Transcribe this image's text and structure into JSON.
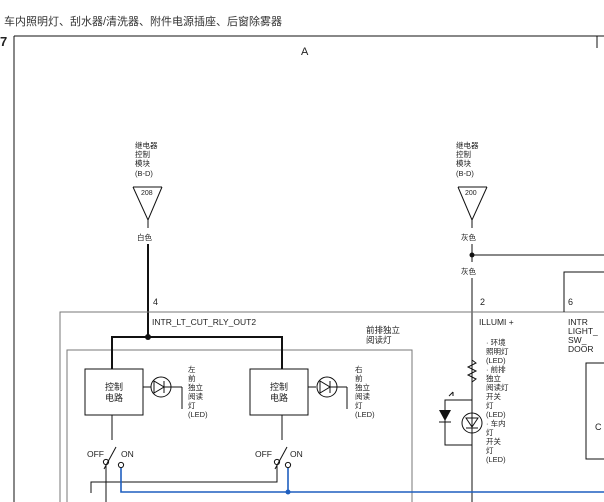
{
  "page": {
    "title": "车内照明灯、刮水器/清洗器、附件电源插座、后窗除雾器",
    "section_letter": "A",
    "page_mark": "7"
  },
  "connectors": {
    "left": {
      "source_lines": [
        "继电器",
        "控制",
        "模块",
        "(B-D)"
      ],
      "pin": "208",
      "wire_color": "白色"
    },
    "right": {
      "source_lines": [
        "继电器",
        "控制",
        "模块",
        "(B-D)"
      ],
      "pin": "200",
      "wire_color_top": "灰色",
      "wire_color_bottom": "灰色"
    }
  },
  "pins": {
    "pin4": {
      "number": "4",
      "signal": "INTR_LT_CUT_RLY_OUT2"
    },
    "pin2": {
      "number": "2",
      "signal": "ILLUMI +"
    },
    "pin6": {
      "number": "6",
      "signal_lines": [
        "INTR",
        "LIGHT_",
        "SW_",
        "DOOR"
      ]
    }
  },
  "front_lamp": {
    "title_lines": [
      "前排独立",
      "阅读灯"
    ],
    "left_unit": {
      "circuit_lines": [
        "控制",
        "电路"
      ],
      "lamp_lines": [
        "左",
        "前",
        "独立",
        "阅读",
        "灯",
        "(LED)"
      ],
      "switch_off": "OFF",
      "switch_on": "ON"
    },
    "right_unit": {
      "circuit_lines": [
        "控制",
        "电路"
      ],
      "lamp_lines": [
        "右",
        "前",
        "独立",
        "阅读",
        "灯",
        "(LED)"
      ],
      "switch_off": "OFF",
      "switch_on": "ON"
    }
  },
  "illumination_notes": [
    "· 环境",
    "照明灯",
    "(LED)",
    "· 前排",
    "独立",
    "阅读灯",
    "开关",
    "灯",
    "(LED)",
    "· 车内",
    "灯",
    "开关",
    "灯",
    "(LED)"
  ],
  "right_edge_letter": "C",
  "colors": {
    "wire": "#111111",
    "signal_wire": "#1f5fbf",
    "frame": "#777777"
  }
}
